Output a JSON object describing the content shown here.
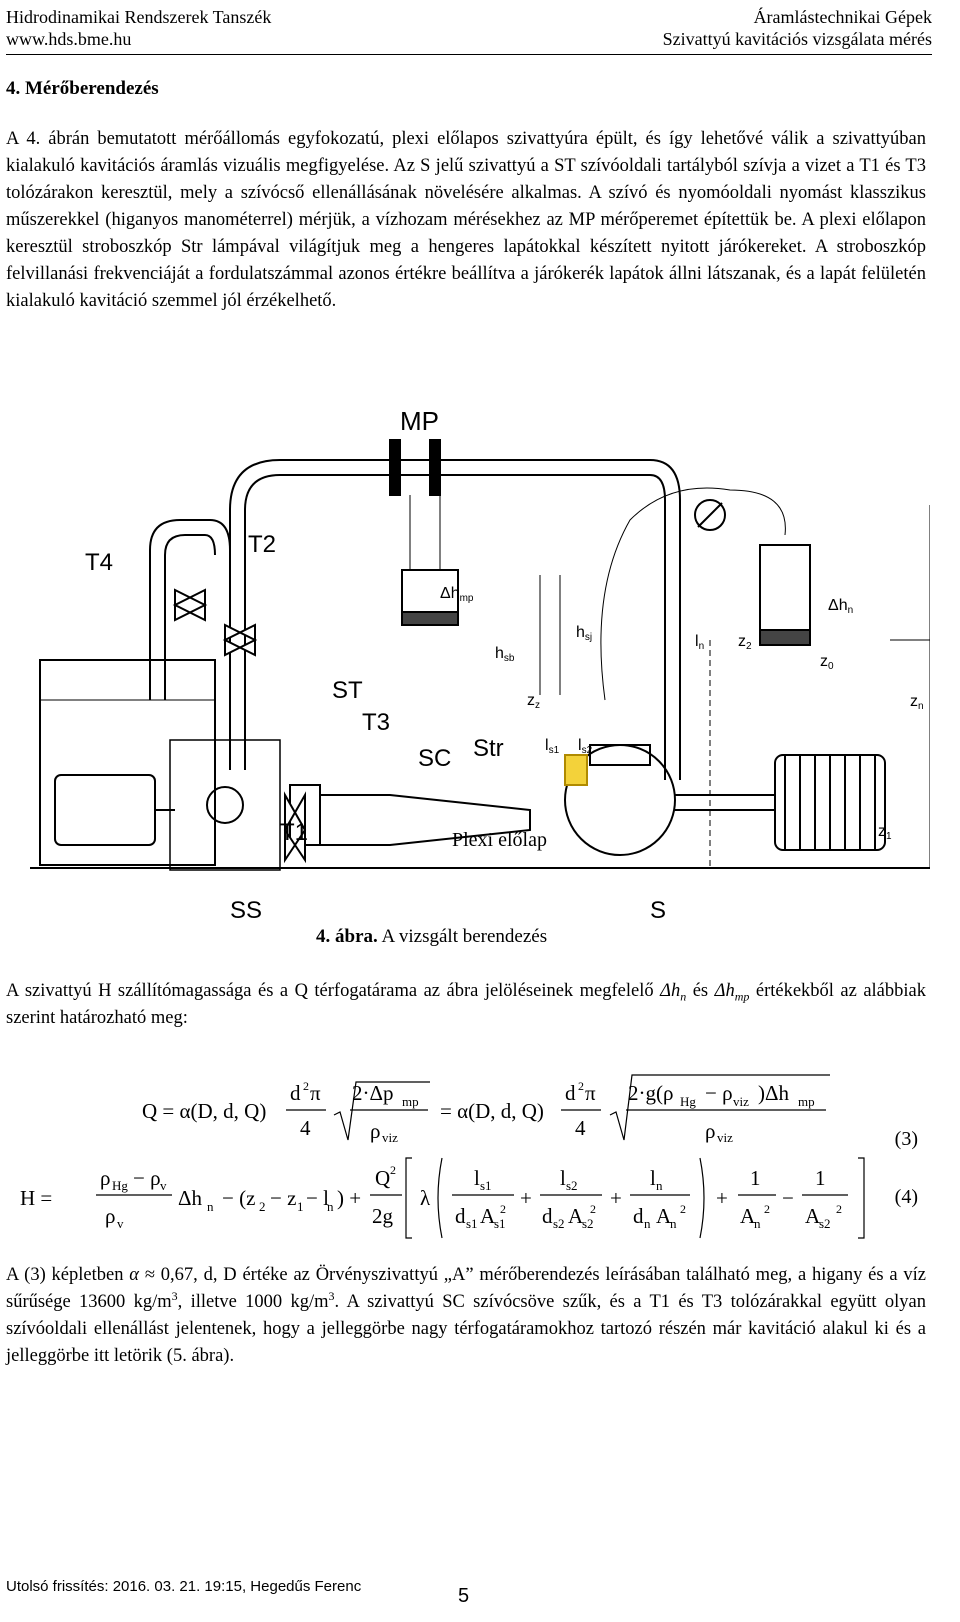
{
  "header": {
    "dept": "Hidrodinamikai Rendszerek Tanszék",
    "url": "www.hds.bme.hu",
    "subject": "Áramlástechnikai Gépek",
    "lab": "Szivattyú kavitációs vizsgálata mérés"
  },
  "section_title": "4. Mérőberendezés",
  "para1": "A 4. ábrán bemutatott mérőállomás egyfokozatú, plexi előlapos szivattyúra épült, és így lehetővé válik a szivattyúban kialakuló kavitációs áramlás vizuális megfigyelése. Az S jelű szivattyú a ST szívóoldali tartályból szívja a vizet a T1 és T3 tolózárakon keresztül, mely a szívócső ellenállásának növelésére alkalmas. A szívó és nyomóoldali nyomást klasszikus műszerekkel (higanyos manométerrel) mérjük, a vízhozam mérésekhez az MP mérőperemet építettük be. A plexi előlapon keresztül stroboszkóp Str lámpával világítjuk meg a hengeres lapátokkal készített nyitott járókereket. A stroboszkóp felvillanási frekvenciáját a fordulatszámmal azonos értékre beállítva a járókerék lapátok állni látszanak, és a lapát felületén kialakuló kavitáció szemmel jól érzékelhető.",
  "figure": {
    "labels": {
      "mp": "MP",
      "t4": "T4",
      "t2": "T2",
      "st": "ST",
      "t3": "T3",
      "sc": "SC",
      "str": "Str",
      "t1": "T1",
      "ss": "SS",
      "s": "S",
      "plexi": "Plexi előlap",
      "dhmp": "Δh",
      "dhmp_sub": "mp",
      "dhn": "Δh",
      "dhn_sub": "n",
      "hsb": "h",
      "hsb_sub": "sb",
      "hsj": "h",
      "hsj_sub": "sj",
      "zz": "z",
      "zz_sub": "z",
      "ls1": "l",
      "ls1_sub": "s1",
      "ls2": "l",
      "ls2_sub": "s2",
      "ln": "l",
      "ln_sub": "n",
      "z2": "z",
      "z2_sub": "2",
      "z0": "z",
      "z0_sub": "0",
      "zn": "z",
      "zn_sub": "n",
      "z1": "z",
      "z1_sub": "1"
    }
  },
  "caption": {
    "num": "4. ábra.",
    "text": " A vizsgált berendezés"
  },
  "para2": {
    "a": "A szivattyú H szállítómagassága és a Q térfogatárama az ábra jelöléseinek megfelelő ",
    "dh": "Δh",
    "n": "n",
    "b": " és ",
    "mp": "mp",
    "c": " értékekből az alábbiak szerint határozható meg:"
  },
  "equations": {
    "eq3_num": "(3)",
    "eq4_num": "(4)"
  },
  "para3": {
    "a": "A (3) képletben ",
    "alpha": "α",
    "b": " ≈ 0,67, d, D értéke az Örvényszivattyú „A” mérőberendezés leírásában található meg, a higany és a víz sűrűsége 13600 kg/m",
    "sup1": "3",
    "c": ", illetve 1000 kg/m",
    "sup2": "3",
    "d": ". A szivattyú SC szívócsöve szűk, és a T1 és T3 tolózárakkal együtt olyan szívóoldali ellenállást jelentenek, hogy a jelleggörbe nagy térfogatáramokhoz tartozó részén már kavitáció alakul ki és a jelleggörbe itt letörik (5. ábra)."
  },
  "footer": "Utolsó frissítés: 2016. 03. 21. 19:15, Hegedűs Ferenc",
  "page_number": "5"
}
